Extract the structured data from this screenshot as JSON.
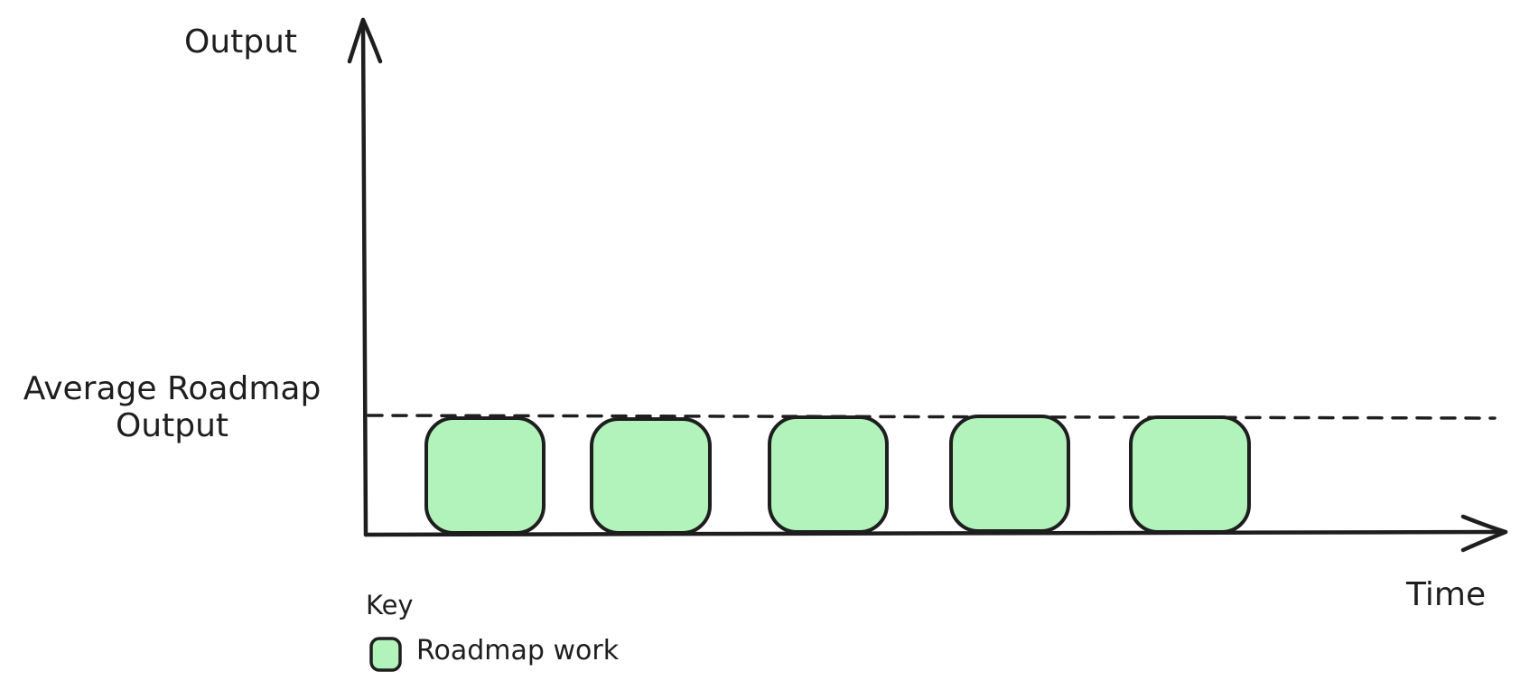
{
  "y_axis_label": "Output",
  "x_axis_label": "Time",
  "average_line_label": "Average Roadmap Output",
  "key": {
    "title": "Key",
    "items": [
      {
        "label": "Roadmap work",
        "fill_color": "#b2f2bb"
      }
    ]
  },
  "roadmap_blocks": [
    {
      "name": "roadmap-work-1"
    },
    {
      "name": "roadmap-work-2"
    },
    {
      "name": "roadmap-work-3"
    },
    {
      "name": "roadmap-work-4"
    },
    {
      "name": "roadmap-work-5"
    }
  ],
  "colors": {
    "stroke": "#1e1e1e",
    "block_fill": "#b2f2bb",
    "background": "#ffffff"
  }
}
